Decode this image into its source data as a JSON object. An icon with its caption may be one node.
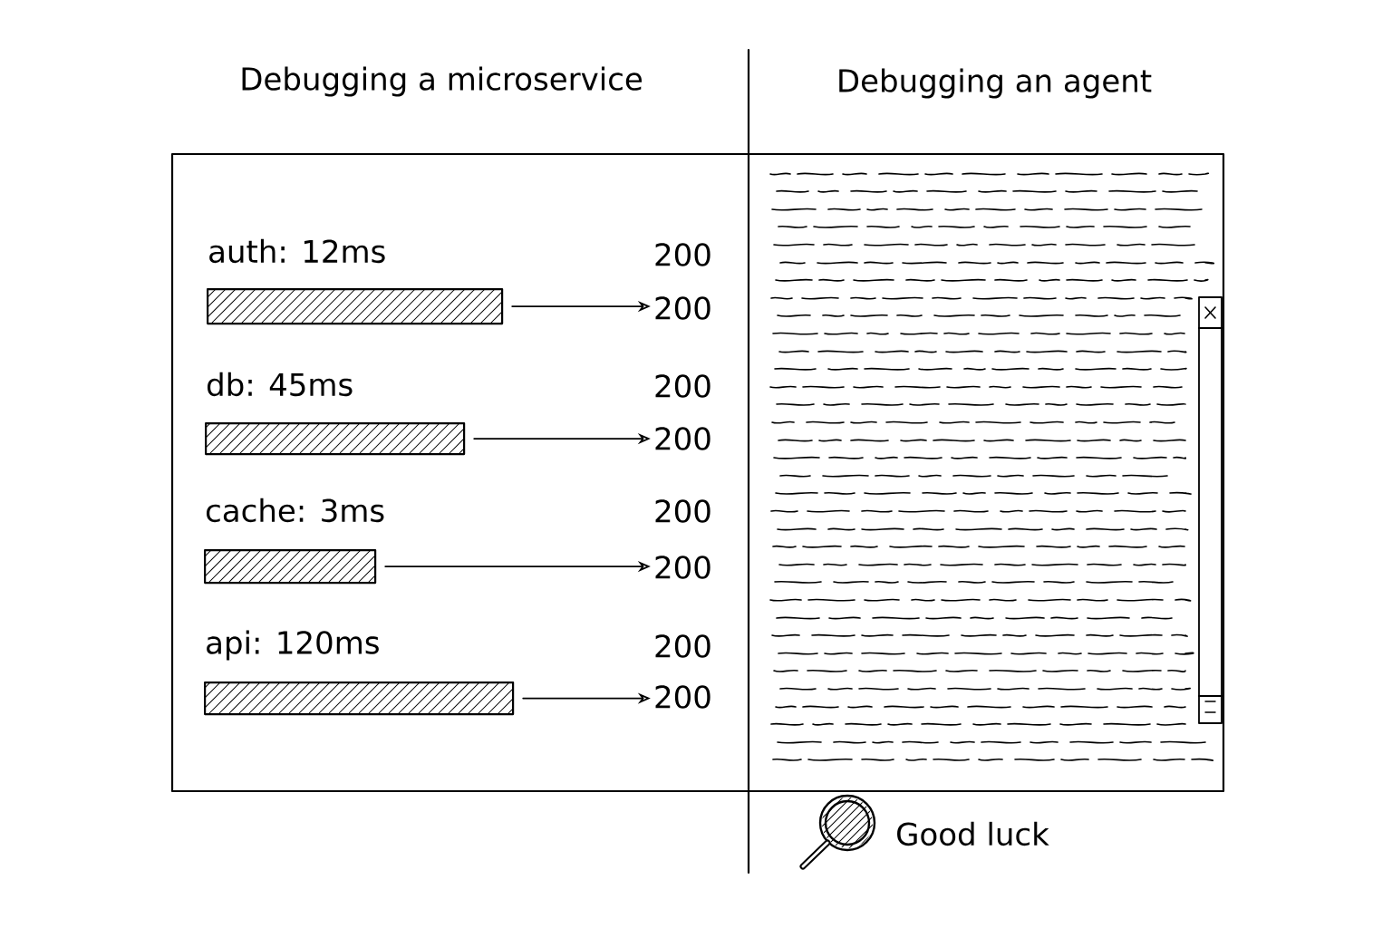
{
  "diagram": {
    "nodes": [
      {
        "text": [],
        "shape": "bar",
        "beside": [
          "auth: 12ms"
        ]
      },
      {
        "text": [
          "200"
        ]
      },
      {
        "text": [],
        "shape": "bar",
        "beside": [
          "db: 45ms"
        ]
      },
      {
        "text": [
          "200"
        ]
      },
      {
        "text": [],
        "shape": "bar",
        "beside": [
          "cache: 3ms"
        ]
      },
      {
        "text": [
          "200"
        ]
      },
      {
        "text": [],
        "shape": "bar",
        "beside": [
          "api: 120ms"
        ]
      },
      {
        "text": [
          "200"
        ]
      }
    ],
    "edges": [
      {
        "from": 0,
        "to": 1,
        "arrow": "to"
      },
      {
        "from": 2,
        "to": 3,
        "arrow": "to"
      },
      {
        "from": 4,
        "to": 5,
        "arrow": "to"
      },
      {
        "from": 6,
        "to": 7,
        "arrow": "to"
      }
    ],
    "labels": [
      "Debugging a microservice",
      "Debugging an agent",
      "200",
      "200",
      "200",
      "200",
      "Good luck"
    ]
  }
}
